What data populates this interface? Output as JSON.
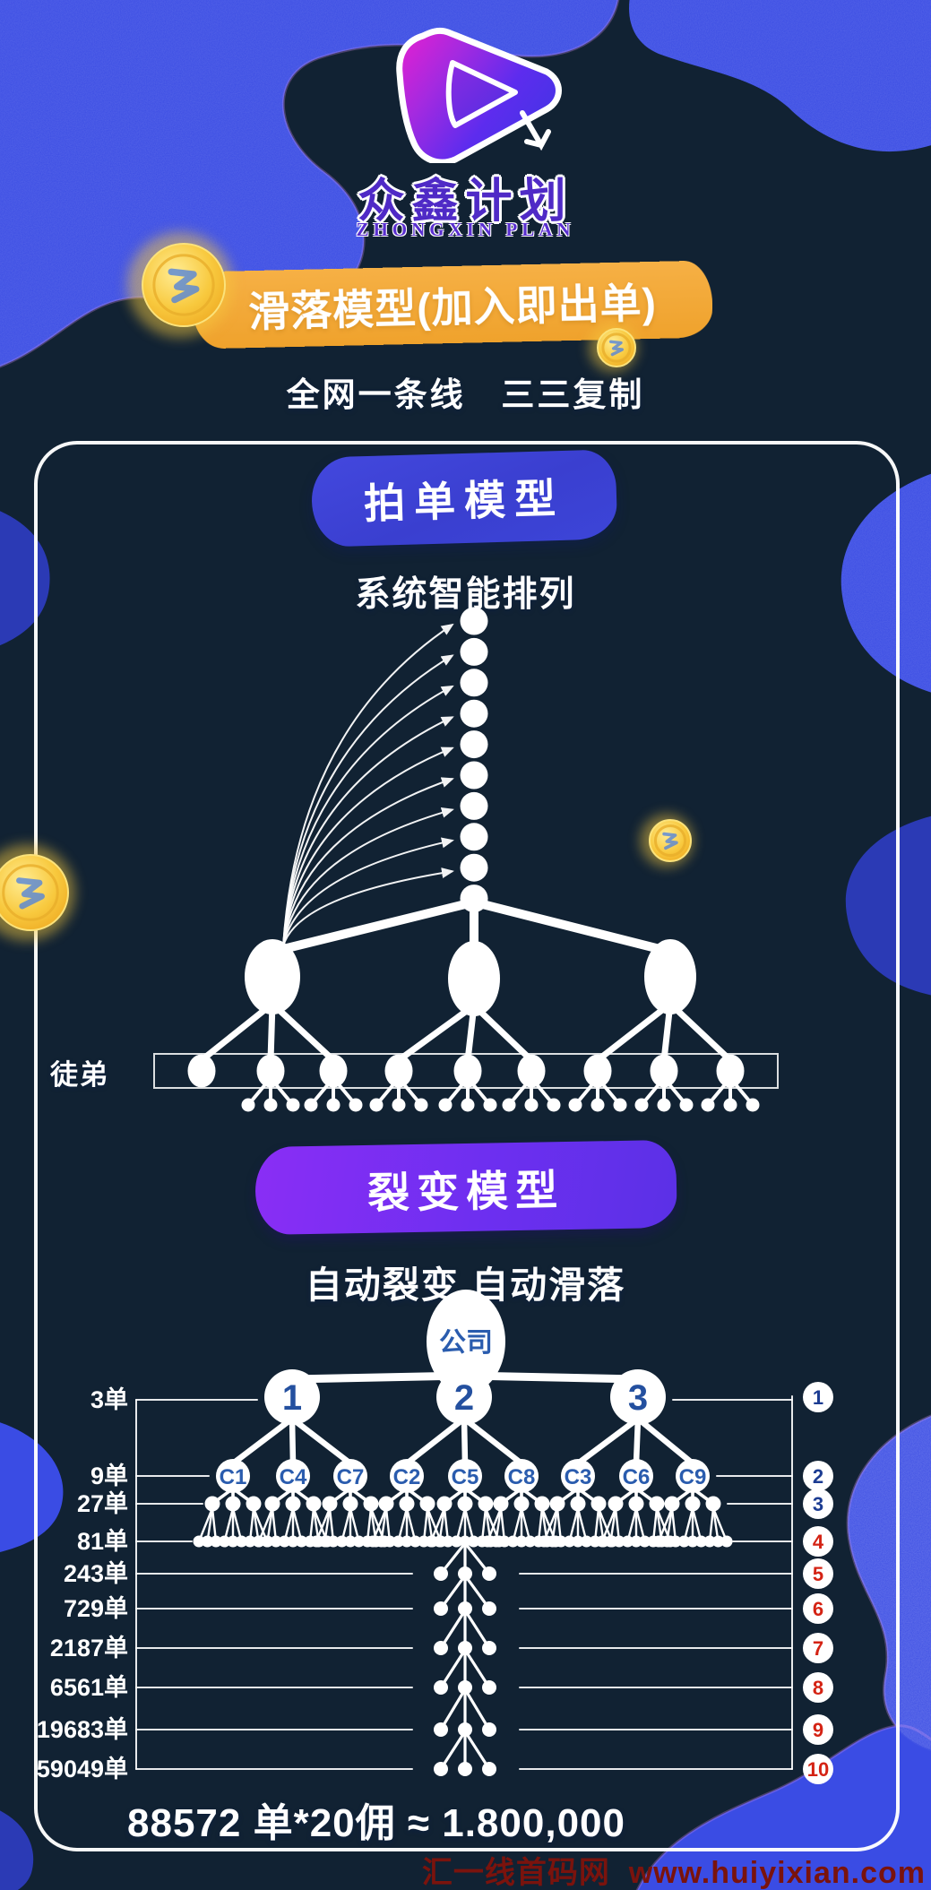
{
  "header": {
    "title": "众鑫计划",
    "subtitle_en": "ZHONGXIN PLAN"
  },
  "banner": {
    "text": "滑落模型(加入即出单)"
  },
  "tagline": "全网一条线   三三复制",
  "panel": {
    "formula": "88572 单*20佣 ≈ 1.800,000"
  },
  "watermark": {
    "site_name": "汇一线首码网",
    "site_url": "www.huiyixian.com"
  },
  "chart_data": {
    "type": "diagram",
    "model1": {
      "title": "拍单模型",
      "subtitle": "系统智能排列",
      "row_label": "徒弟",
      "chain_length": 10,
      "arrow_count": 9,
      "big_node_count": 3,
      "apprentice_count": 9,
      "leaf_group_count": 8,
      "leaves_per_group": 3
    },
    "model2": {
      "title": "裂变模型",
      "subtitle": "自动裂变 自动滑落",
      "root_label": "公司",
      "level1_labels": [
        "1",
        "2",
        "3"
      ],
      "level2_labels": [
        "C1",
        "C4",
        "C7",
        "C2",
        "C5",
        "C8",
        "C3",
        "C6",
        "C9"
      ],
      "levels": [
        {
          "orders": "3单",
          "index": "1",
          "index_color": "navy"
        },
        {
          "orders": "9单",
          "index": "2",
          "index_color": "navy"
        },
        {
          "orders": "27单",
          "index": "3",
          "index_color": "navy"
        },
        {
          "orders": "81单",
          "index": "4",
          "index_color": "red"
        },
        {
          "orders": "243单",
          "index": "5",
          "index_color": "red"
        },
        {
          "orders": "729单",
          "index": "6",
          "index_color": "red"
        },
        {
          "orders": "2187单",
          "index": "7",
          "index_color": "red"
        },
        {
          "orders": "6561单",
          "index": "8",
          "index_color": "red"
        },
        {
          "orders": "19683单",
          "index": "9",
          "index_color": "red"
        },
        {
          "orders": "59049单",
          "index": "10",
          "index_color": "red"
        }
      ]
    }
  },
  "colors": {
    "background_blue": "#2468d5",
    "decor_blue": "#3a4ce4",
    "decor_navy": "#2b3ab5",
    "banner_yellow": "#f2a93b",
    "model1_badge_blue": "#3a3fd2",
    "model2_badge_purple": "#7a2ff0",
    "node_text_blue": "#2a5cae",
    "index_navy": "#1c3c92",
    "index_red": "#d42314",
    "watermark_red": "#7a130d",
    "coin_gold": "#f5c044",
    "logo_purple": "#4f2ac6",
    "line_white": "#ffffff"
  }
}
